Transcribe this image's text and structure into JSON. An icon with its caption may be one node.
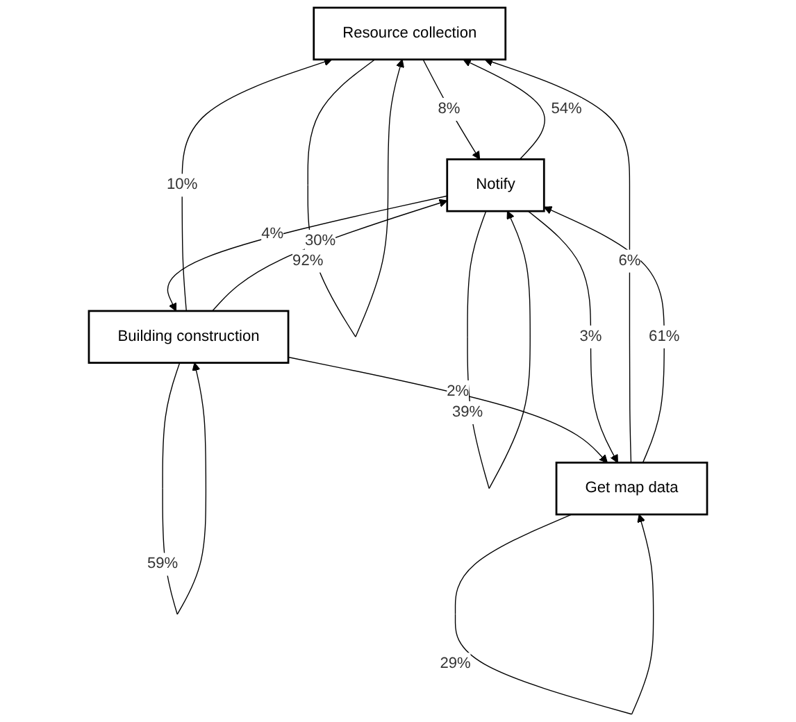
{
  "diagram": {
    "nodes": [
      {
        "text": [
          "Resource collection"
        ]
      },
      {
        "text": [
          "Building construction"
        ]
      },
      {
        "text": [
          "Get map data"
        ]
      },
      {
        "text": [
          "Notify"
        ]
      }
    ],
    "edges": [
      {
        "from": 0,
        "to": 0,
        "arrow": "to",
        "label": "92%"
      },
      {
        "from": 1,
        "to": 0,
        "arrow": "to",
        "label": "10%"
      },
      {
        "from": 1,
        "to": 1,
        "arrow": "to",
        "label": "59%"
      },
      {
        "from": 3,
        "to": 0,
        "arrow": "to",
        "label": "54%"
      },
      {
        "from": 1,
        "to": 2,
        "arrow": "to",
        "label": "2%"
      },
      {
        "from": 0,
        "to": 3,
        "arrow": "to",
        "label": "8%"
      },
      {
        "from": 2,
        "to": 0,
        "arrow": "to",
        "label": "6%"
      },
      {
        "from": 1,
        "to": 3,
        "arrow": "to",
        "label": "30%"
      },
      {
        "from": 3,
        "to": 1,
        "arrow": "to",
        "label": "4%"
      },
      {
        "from": 2,
        "to": 3,
        "arrow": "to",
        "label": "61%"
      },
      {
        "from": 3,
        "to": 2,
        "arrow": "to",
        "label": "3%"
      },
      {
        "from": 2,
        "to": 2,
        "arrow": "to",
        "label": "29%"
      },
      {
        "from": 3,
        "to": 3,
        "arrow": "to",
        "label": "39%"
      }
    ]
  }
}
